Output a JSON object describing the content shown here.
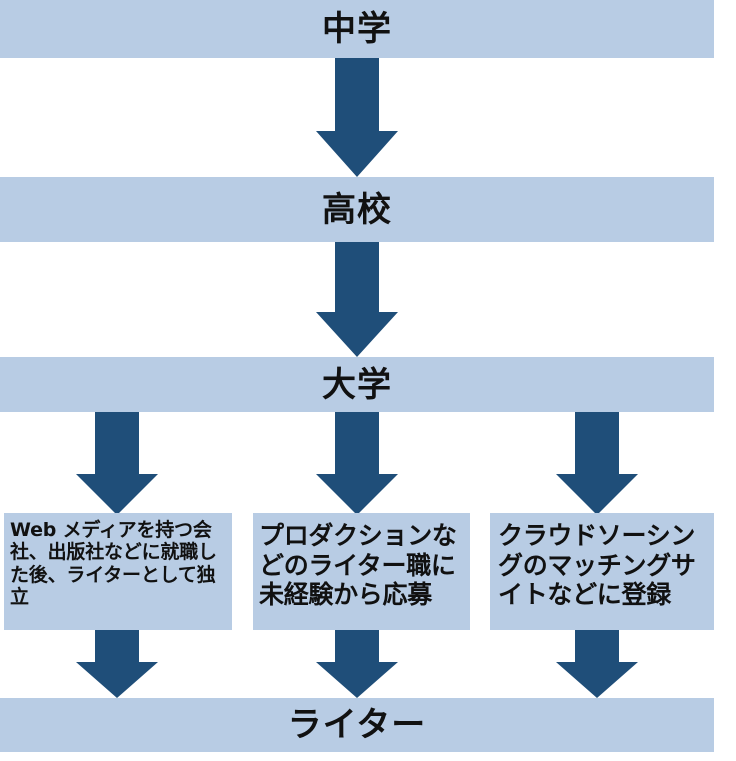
{
  "diagram": {
    "title_stages": [
      {
        "id": "junior-high",
        "label": "中学"
      },
      {
        "id": "high-school",
        "label": "高校"
      },
      {
        "id": "university",
        "label": "大学"
      },
      {
        "id": "writer",
        "label": "ライター"
      }
    ],
    "branches": [
      {
        "id": "branch-employment",
        "label": "Web メディアを持つ会社、出版社などに就職した後、ライターとして独立"
      },
      {
        "id": "branch-production",
        "label": "プロダクションなどのライター職に未経験から応募"
      },
      {
        "id": "branch-crowdsourcing",
        "label": "クラウドソーシングのマッチングサイトなどに登録"
      }
    ],
    "arrows": [
      {
        "id": "arrow-junior-high-to-high-school",
        "icon": "down-arrow-icon"
      },
      {
        "id": "arrow-high-school-to-university",
        "icon": "down-arrow-icon"
      },
      {
        "id": "arrow-university-to-branch-employment",
        "icon": "down-arrow-icon"
      },
      {
        "id": "arrow-university-to-branch-production",
        "icon": "down-arrow-icon"
      },
      {
        "id": "arrow-university-to-branch-crowdsourcing",
        "icon": "down-arrow-icon"
      },
      {
        "id": "arrow-branch-employment-to-writer",
        "icon": "down-arrow-icon"
      },
      {
        "id": "arrow-branch-production-to-writer",
        "icon": "down-arrow-icon"
      },
      {
        "id": "arrow-branch-crowdsourcing-to-writer",
        "icon": "down-arrow-icon"
      }
    ],
    "colors": {
      "box_fill": "#b8cce4",
      "arrow_fill": "#1f4e79",
      "text": "#111111",
      "background": "#ffffff"
    }
  }
}
